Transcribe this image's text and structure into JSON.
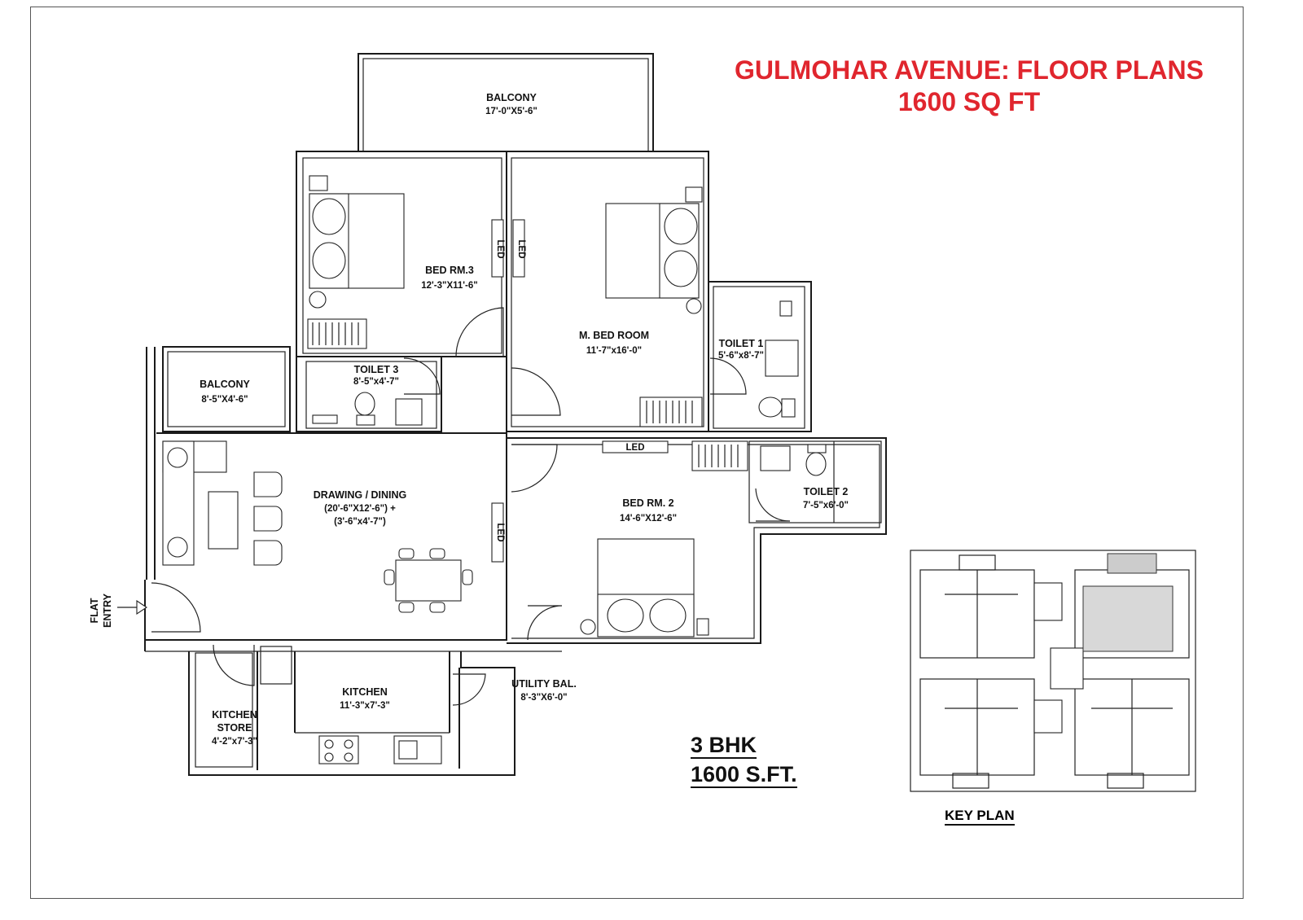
{
  "title": {
    "line1": "GULMOHAR AVENUE: FLOOR PLANS",
    "line2": "1600 SQ FT"
  },
  "unit": {
    "type": "3 BHK",
    "area": "1600 S.FT."
  },
  "key_plan_label": "KEY PLAN",
  "entry_label": [
    "FLAT",
    "ENTRY"
  ],
  "led": "LED",
  "rooms": {
    "balcony_top": {
      "name": "BALCONY",
      "dims": "17'-0\"X5'-6\""
    },
    "bed3": {
      "name": "BED RM.3",
      "dims": "12'-3\"X11'-6\""
    },
    "master": {
      "name": "M. BED ROOM",
      "dims": "11'-7\"x16'-0\""
    },
    "toilet1": {
      "name": "TOILET 1",
      "dims": "5'-6\"x8'-7\""
    },
    "toilet3": {
      "name": "TOILET 3",
      "dims": "8'-5\"x4'-7\""
    },
    "balcony_left": {
      "name": "BALCONY",
      "dims": "8'-5\"X4'-6\""
    },
    "drawing": {
      "name": "DRAWING / DINING",
      "dims": "(20'-6\"X12'-6\") +",
      "dims2": "(3'-6\"x4'-7\")"
    },
    "bed2": {
      "name": "BED RM. 2",
      "dims": "14'-6\"X12'-6\""
    },
    "toilet2": {
      "name": "TOILET 2",
      "dims": "7'-5\"x6'-0\""
    },
    "kitchen": {
      "name": "KITCHEN",
      "dims": "11'-3\"x7'-3\""
    },
    "kitchen_store": {
      "name": "KITCHEN",
      "name2": "STORE",
      "dims": "4'-2\"x7'-3\""
    },
    "utility": {
      "name": "UTILITY BAL.",
      "dims": "8'-3\"X6'-0\""
    }
  }
}
